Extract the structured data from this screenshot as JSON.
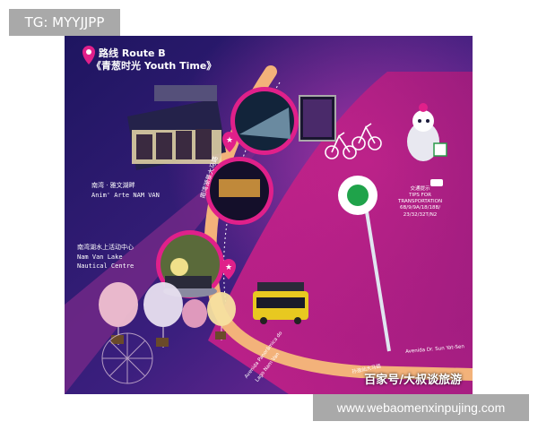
{
  "top_tag": "TG: MYYJJPP",
  "map": {
    "route_title": "路线 Route B",
    "route_subtitle": "《青葱时光 Youth Time》",
    "labels": {
      "nam_van_cn": "南湾 · 雅文湖畔",
      "nam_van_en": "Anim' Arte NAM VAN",
      "lake_cn": "南湾湖水上活动中心",
      "lake_en1": "Nam Van Lake",
      "lake_en2": "Nautical Centre",
      "avenue_cn": "南湾湖景大马路",
      "tips_cn": "交通提示",
      "tips_en1": "TIPS FOR",
      "tips_en2": "TRANSPORTATION",
      "tips_routes1": "6B/9/9A/18/18B/",
      "tips_routes2": "23/32/32T/N2",
      "street_sun_cn": "孙逸仙大马路",
      "street_sun_en": "Avenida Dr. Sun Yat-Sen",
      "street_pan_en1": "Avenida Panorâmica do",
      "street_pan_en2": "Lago Nam Van"
    },
    "credit": "百家号/大叔谈旅游",
    "colors": {
      "bg_dark": "#1e1560",
      "bg_purple": "#6a2a9a",
      "pink": "#e0208a",
      "road": "#f3b27a",
      "triangle": "#7a2a8a",
      "marker_green": "#1fa34a"
    }
  },
  "bottom_watermark": "www.webaomenxinpujing.com"
}
